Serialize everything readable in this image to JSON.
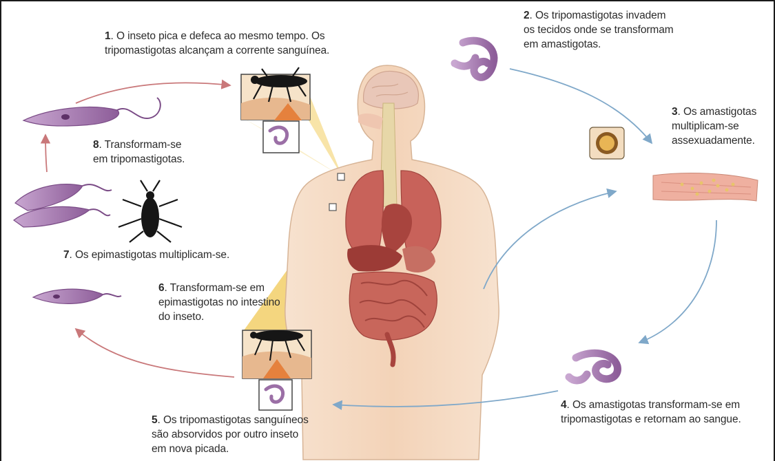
{
  "steps": [
    {
      "num": "1",
      "text": ". O inseto pica e defeca ao mesmo tempo. Os\ntripomastigotas alcançam a corrente sanguínea."
    },
    {
      "num": "2",
      "text": ". Os tripomastigotas invadem\nos tecidos onde se transformam\nem amastigotas."
    },
    {
      "num": "3",
      "text": ". Os amastigotas\nmultiplicam-se\nassexuadamente."
    },
    {
      "num": "4",
      "text": ". Os amastigotas transformam-se em\ntripomastigotas e retornam ao sangue."
    },
    {
      "num": "5",
      "text": ". Os tripomastigotas sanguíneos\nsão absorvidos por outro inseto\nem nova picada."
    },
    {
      "num": "6",
      "text": ". Transformam-se em\nepimastigotas no intestino\ndo inseto."
    },
    {
      "num": "7",
      "text": ". Os epimastigotas multiplicam-se."
    },
    {
      "num": "8",
      "text": ". Transformam-se\nem tripomastigotas."
    }
  ],
  "colors": {
    "arrow_blue": "#7fa8c9",
    "arrow_red": "#c9787a",
    "parasite": "#9b6fa6",
    "skin": "#f4d9c2",
    "organ": "#c85a4f",
    "zoom": "#f2d27a",
    "insect": "#161616"
  },
  "icons": [
    "insect-icon",
    "trypomastigote-icon",
    "amastigote-cell-icon",
    "muscle-tissue-icon",
    "human-body-icon"
  ]
}
